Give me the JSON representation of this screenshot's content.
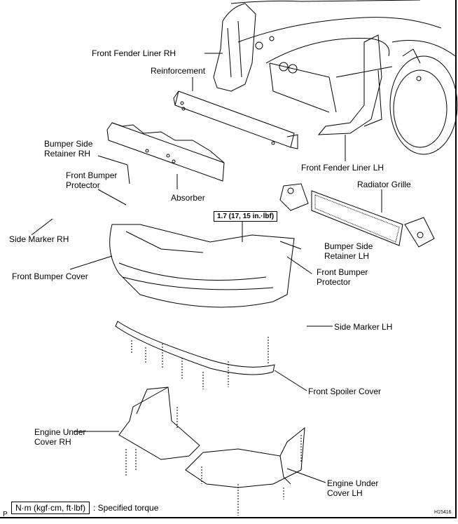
{
  "labels": {
    "front_fender_liner_rh": "Front Fender Liner RH",
    "reinforcement": "Reinforcement",
    "bumper_side_retainer_rh_1": "Bumper Side",
    "bumper_side_retainer_rh_2": "Retainer RH",
    "front_bumper_protector_rh_1": "Front Bumper",
    "front_bumper_protector_rh_2": "Protector",
    "absorber": "Absorber",
    "side_marker_rh": "Side Marker RH",
    "front_bumper_cover": "Front Bumper Cover",
    "front_fender_liner_lh": "Front Fender Liner LH",
    "radiator_grille": "Radiator Grille",
    "bumper_side_retainer_lh_1": "Bumper Side",
    "bumper_side_retainer_lh_2": "Retainer LH",
    "front_bumper_protector_lh_1": "Front Bumper",
    "front_bumper_protector_lh_2": "Protector",
    "side_marker_lh": "Side Marker LH",
    "front_spoiler_cover": "Front Spoiler Cover",
    "engine_under_cover_rh_1": "Engine Under",
    "engine_under_cover_rh_2": "Cover RH",
    "engine_under_cover_lh_1": "Engine  Under",
    "engine_under_cover_lh_2": "Cover LH"
  },
  "torque_spec": "1.7 (17, 15 in.·lbf)",
  "legend": {
    "unit_box": "N·m (kgf·cm, ft·lbf)",
    "description": ": Specified torque"
  },
  "page_marker": "P",
  "figure_id": "H15416"
}
